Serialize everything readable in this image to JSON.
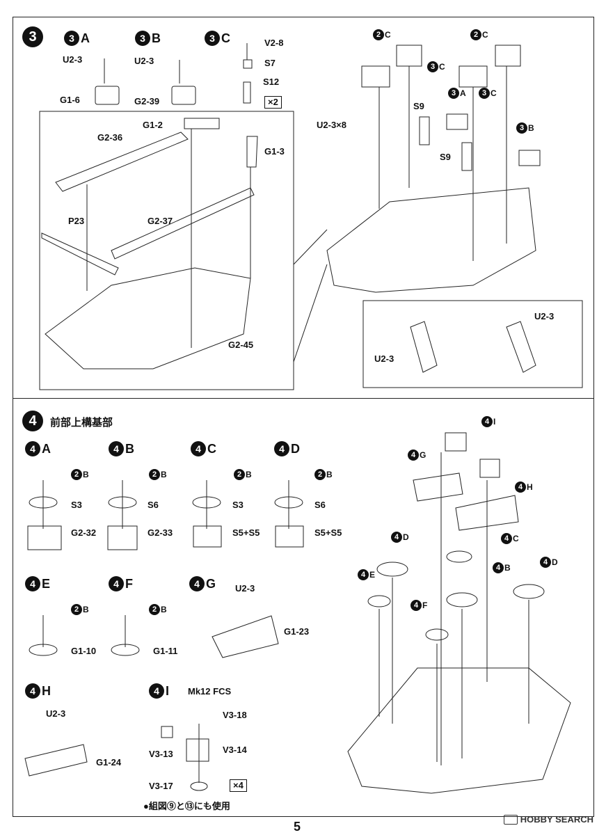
{
  "page": {
    "number": "5"
  },
  "watermark": {
    "text": "HOBBY SEARCH",
    "icon": "watermark-icon"
  },
  "step3": {
    "number": "3",
    "sub_a": {
      "letter": "A",
      "num": "3",
      "part_top": "U2-3",
      "part_base": "G1-6"
    },
    "sub_b": {
      "letter": "B",
      "num": "3",
      "part_top": "U2-3",
      "part_base": "G2-39"
    },
    "sub_c": {
      "letter": "C",
      "num": "3",
      "parts": [
        "V2-8",
        "S7",
        "S12"
      ],
      "multiplier": "×2"
    },
    "exploded": {
      "parts": [
        "G1-2",
        "G2-36",
        "G1-3",
        "P23",
        "G2-37",
        "G2-45"
      ]
    },
    "right": {
      "u23x8": "U2-3×8",
      "refs": [
        {
          "num": "2",
          "letter": "C"
        },
        {
          "num": "2",
          "letter": "C"
        },
        {
          "num": "3",
          "letter": "C"
        },
        {
          "num": "3",
          "letter": "A"
        },
        {
          "num": "3",
          "letter": "C"
        },
        {
          "num": "3",
          "letter": "B"
        }
      ],
      "s9a": "S9",
      "s9b": "S9"
    },
    "inset": {
      "label_a": "U2-3",
      "label_b": "U2-3"
    }
  },
  "step4": {
    "number": "4",
    "title": "前部上構基部",
    "a": {
      "num": "4",
      "letter": "A",
      "ref_num": "2",
      "ref_letter": "B",
      "ring": "S3",
      "base": "G2-32"
    },
    "b": {
      "num": "4",
      "letter": "B",
      "ref_num": "2",
      "ref_letter": "B",
      "ring": "S6",
      "base": "G2-33"
    },
    "c": {
      "num": "4",
      "letter": "C",
      "ref_num": "2",
      "ref_letter": "B",
      "ring": "S3",
      "base": "S5+S5"
    },
    "d": {
      "num": "4",
      "letter": "D",
      "ref_num": "2",
      "ref_letter": "B",
      "ring": "S6",
      "base": "S5+S5"
    },
    "e": {
      "num": "4",
      "letter": "E",
      "ref_num": "2",
      "ref_letter": "B",
      "base": "G1-10"
    },
    "f": {
      "num": "4",
      "letter": "F",
      "ref_num": "2",
      "ref_letter": "B",
      "base": "G1-11"
    },
    "g": {
      "num": "4",
      "letter": "G",
      "part_top": "U2-3",
      "base": "G1-23"
    },
    "h": {
      "num": "4",
      "letter": "H",
      "part_top": "U2-3",
      "base": "G1-24"
    },
    "i": {
      "num": "4",
      "letter": "I",
      "name": "Mk12 FCS",
      "parts": [
        "V3-18",
        "V3-13",
        "V3-14",
        "V3-17"
      ],
      "multiplier": "×4",
      "note": "●組図⑨と⑬にも使用"
    },
    "right_refs": [
      {
        "num": "4",
        "letter": "I"
      },
      {
        "num": "4",
        "letter": "G"
      },
      {
        "num": "4",
        "letter": "H"
      },
      {
        "num": "4",
        "letter": "D"
      },
      {
        "num": "4",
        "letter": "C"
      },
      {
        "num": "4",
        "letter": "B"
      },
      {
        "num": "4",
        "letter": "D"
      },
      {
        "num": "4",
        "letter": "E"
      },
      {
        "num": "4",
        "letter": "F"
      }
    ]
  }
}
